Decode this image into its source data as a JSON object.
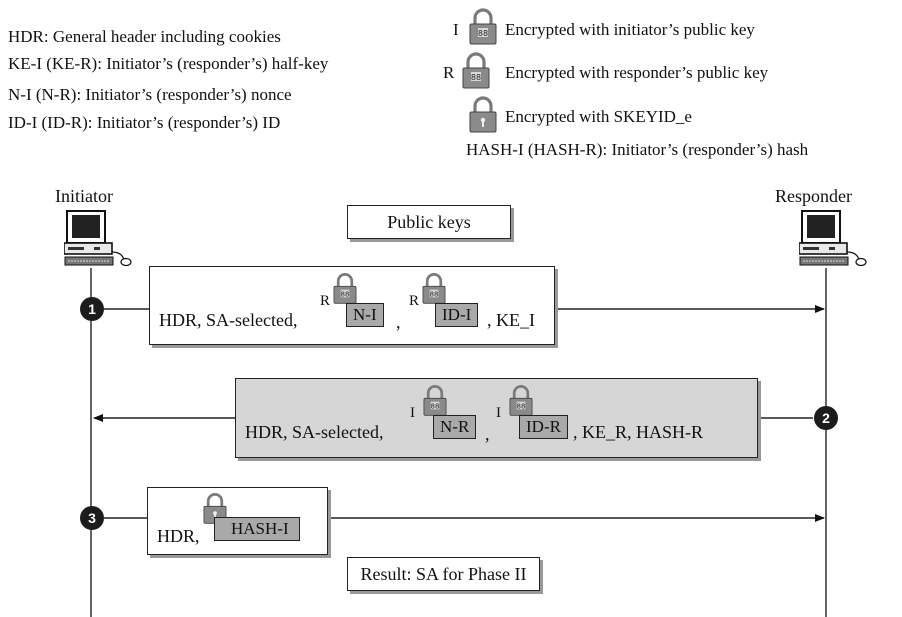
{
  "legend": {
    "left": [
      "HDR: General header including cookies",
      "KE-I (KE-R): Initiator’s (responder’s) half-key",
      "N-I (N-R): Initiator’s (responder’s) nonce",
      "ID-I (ID-R): Initiator’s (responder’s) ID"
    ],
    "initiator_key_prefix": "I",
    "initiator_key_text": "Encrypted with initiator’s public key",
    "responder_key_prefix": "R",
    "responder_key_text": "Encrypted with responder’s public key",
    "skeyid_text": "Encrypted with SKEYID_e",
    "hash_text": "HASH-I (HASH-R): Initiator’s (responder’s) hash"
  },
  "participants": {
    "initiator": "Initiator",
    "responder": "Responder"
  },
  "banner_top": "Public keys",
  "banner_bottom": "Result: SA for Phase II",
  "messages": [
    {
      "step": "1",
      "lead": "HDR, SA-selected,",
      "enc1_prefix": "R",
      "enc1_field": "N-I",
      "sep": ",",
      "enc2_prefix": "R",
      "enc2_field": "ID-I",
      "tail": ", KE_I"
    },
    {
      "step": "2",
      "lead": "HDR, SA-selected,",
      "enc1_prefix": "I",
      "enc1_field": "N-R",
      "sep": ",",
      "enc2_prefix": "I",
      "enc2_field": "ID-R",
      "tail": ", KE_R, HASH-R"
    },
    {
      "step": "3",
      "lead": "HDR,",
      "enc1_field": "HASH-I"
    }
  ],
  "colors": {
    "shaded_box": "#d6d6d6",
    "field_fill": "#a9a9a9",
    "lock_gray": "#8a8a8a"
  },
  "icons": [
    "computer-icon",
    "padlock-icon",
    "padlock-skeyid-icon",
    "arrow-right-icon",
    "arrow-left-icon"
  ]
}
